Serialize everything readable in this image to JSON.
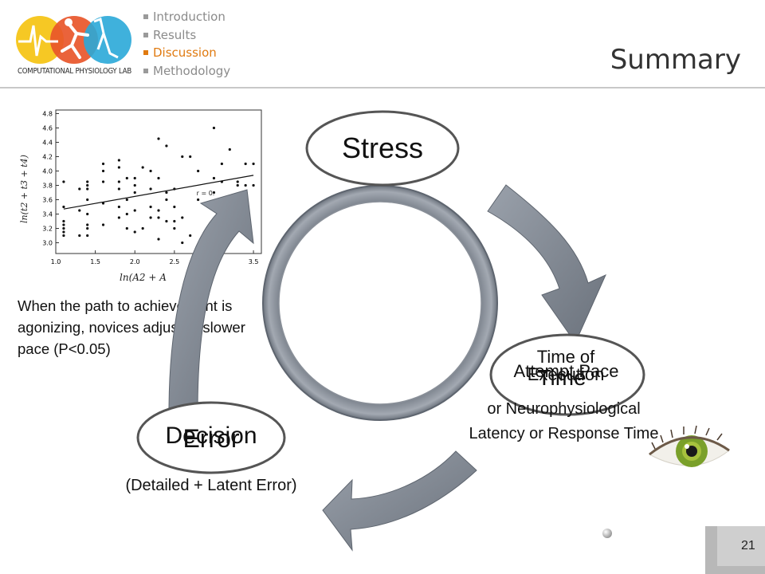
{
  "header": {
    "logo_text": "COMPUTATIONAL PHYSIOLOGY LAB",
    "nav": [
      {
        "label": "Introduction",
        "active": false
      },
      {
        "label": "Results",
        "active": false
      },
      {
        "label": "Discussion",
        "active": true
      },
      {
        "label": "Methodology",
        "active": false
      }
    ],
    "title": "Summary",
    "accent_color": "#e07a10"
  },
  "scatter": {
    "ylabel": "ln(t2 + t3 + t4)",
    "xlabel": "ln(A2 + A",
    "annotation": "r = 0.",
    "caption": "When the path to achievement is agonizing, novices adjust to slower pace (P<0.05)",
    "chart_data": {
      "type": "scatter",
      "xlim": [
        1.0,
        3.6
      ],
      "ylim": [
        2.85,
        4.85
      ],
      "xticks": [
        "1.0",
        "1.5",
        "2.0",
        "2.5",
        "3.0",
        "3.5"
      ],
      "yticks": [
        "3.0",
        "3.2",
        "3.4",
        "3.6",
        "3.8",
        "4.0",
        "4.2",
        "4.4",
        "4.6",
        "4.8"
      ],
      "fit_line": {
        "x": [
          1.1,
          3.5
        ],
        "y": [
          3.47,
          3.94
        ]
      },
      "points": [
        [
          1.1,
          3.85
        ],
        [
          1.1,
          3.5
        ],
        [
          1.1,
          3.3
        ],
        [
          1.1,
          3.25
        ],
        [
          1.1,
          3.2
        ],
        [
          1.1,
          3.15
        ],
        [
          1.1,
          3.1
        ],
        [
          1.3,
          3.75
        ],
        [
          1.3,
          3.45
        ],
        [
          1.3,
          3.1
        ],
        [
          1.4,
          3.85
        ],
        [
          1.4,
          3.8
        ],
        [
          1.4,
          3.75
        ],
        [
          1.4,
          3.6
        ],
        [
          1.4,
          3.4
        ],
        [
          1.4,
          3.25
        ],
        [
          1.4,
          3.2
        ],
        [
          1.4,
          3.1
        ],
        [
          1.6,
          4.1
        ],
        [
          1.6,
          4.0
        ],
        [
          1.6,
          3.85
        ],
        [
          1.6,
          3.55
        ],
        [
          1.6,
          3.25
        ],
        [
          1.8,
          4.15
        ],
        [
          1.8,
          4.05
        ],
        [
          1.8,
          3.85
        ],
        [
          1.8,
          3.75
        ],
        [
          1.8,
          3.5
        ],
        [
          1.8,
          3.35
        ],
        [
          1.9,
          3.9
        ],
        [
          1.9,
          3.6
        ],
        [
          1.9,
          3.4
        ],
        [
          1.9,
          3.2
        ],
        [
          2.0,
          3.9
        ],
        [
          2.0,
          3.8
        ],
        [
          2.0,
          3.7
        ],
        [
          2.0,
          3.45
        ],
        [
          2.0,
          3.15
        ],
        [
          2.1,
          4.05
        ],
        [
          2.1,
          3.2
        ],
        [
          2.2,
          4.0
        ],
        [
          2.2,
          3.75
        ],
        [
          2.2,
          3.5
        ],
        [
          2.2,
          3.35
        ],
        [
          2.3,
          4.45
        ],
        [
          2.3,
          3.9
        ],
        [
          2.3,
          3.45
        ],
        [
          2.3,
          3.35
        ],
        [
          2.3,
          3.05
        ],
        [
          2.4,
          4.35
        ],
        [
          2.4,
          3.7
        ],
        [
          2.4,
          3.6
        ],
        [
          2.4,
          3.3
        ],
        [
          2.5,
          3.75
        ],
        [
          2.5,
          3.5
        ],
        [
          2.5,
          3.3
        ],
        [
          2.5,
          3.2
        ],
        [
          2.6,
          4.2
        ],
        [
          2.6,
          3.35
        ],
        [
          2.6,
          3.0
        ],
        [
          2.7,
          4.2
        ],
        [
          2.7,
          3.1
        ],
        [
          2.8,
          4.0
        ],
        [
          2.8,
          3.6
        ],
        [
          3.0,
          4.6
        ],
        [
          3.0,
          3.9
        ],
        [
          3.0,
          3.7
        ],
        [
          3.1,
          4.1
        ],
        [
          3.1,
          3.85
        ],
        [
          3.2,
          4.3
        ],
        [
          3.3,
          3.85
        ],
        [
          3.3,
          3.8
        ],
        [
          3.4,
          4.1
        ],
        [
          3.4,
          3.8
        ],
        [
          3.5,
          4.1
        ],
        [
          3.5,
          3.8
        ]
      ]
    }
  },
  "cycle": {
    "stress": "Stress",
    "time_of_execution": "Time of Execution",
    "attempt_pace": "Attempt Pace",
    "time": "Time",
    "time_sub": "or Neurophysiological Latency or Response Time",
    "decision": "Decision",
    "error": "Error",
    "error_sub": "(Detailed + Latent Error)"
  },
  "footer": {
    "page_number": "21"
  }
}
